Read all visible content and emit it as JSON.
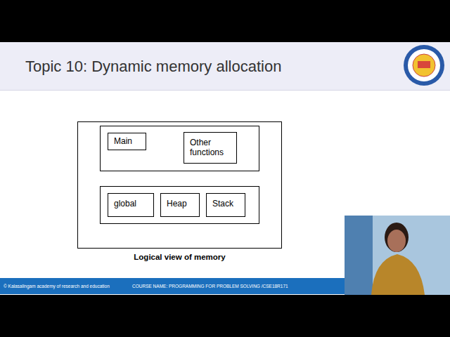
{
  "diagram": {
    "title": "Topic 10: Dynamic memory allocation",
    "caption": "Logical view of memory",
    "nodes": [
      {
        "text": []
      },
      {
        "text": [],
        "in": 0
      },
      {
        "text": [
          "Main"
        ],
        "in": 1
      },
      {
        "text": [
          "Other functions"
        ],
        "in": 1
      },
      {
        "text": [],
        "in": 0
      },
      {
        "text": [
          "global"
        ],
        "in": 4
      },
      {
        "text": [
          "Heap"
        ],
        "in": 4
      },
      {
        "text": [
          "Stack"
        ],
        "in": 4
      }
    ],
    "labels": [
      "© Kalasalingam academy of research and education",
      "COURSE NAME: PROGRAMMING FOR PROBLEM SOLVING /CSE18R171"
    ]
  }
}
